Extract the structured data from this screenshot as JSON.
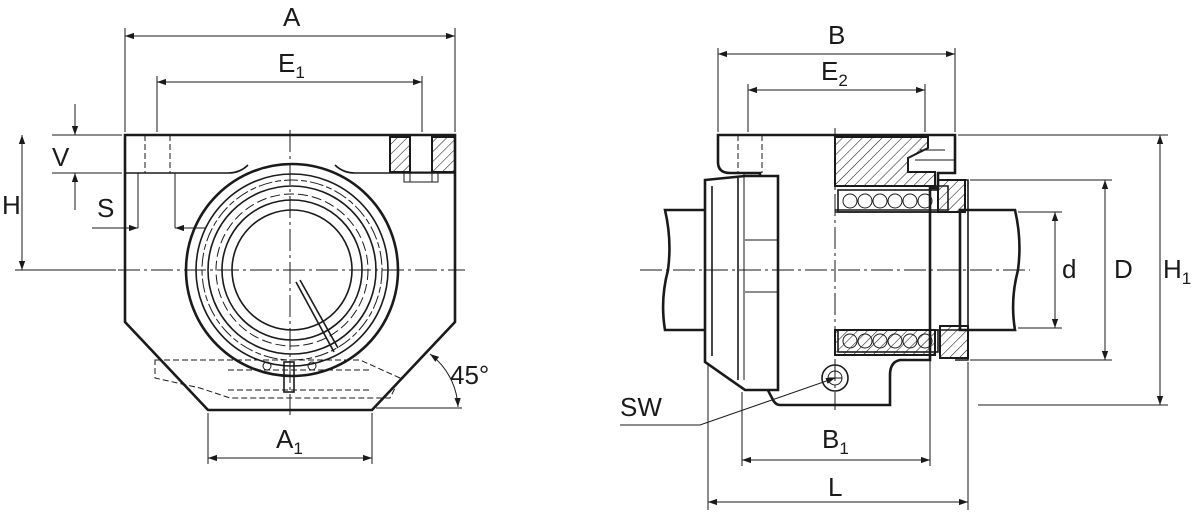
{
  "labels": {
    "A": "A",
    "E1": "E",
    "E1_sub": "1",
    "V": "V",
    "H": "H",
    "S": "S",
    "angle": "45°",
    "A1": "A",
    "A1_sub": "1",
    "B": "B",
    "E2": "E",
    "E2_sub": "2",
    "d": "d",
    "D": "D",
    "H1": "H",
    "H1_sub": "1",
    "SW": "SW",
    "B1": "B",
    "B1_sub": "1",
    "L": "L"
  },
  "colors": {
    "ink": "#1a1a1a",
    "background": "#ffffff"
  }
}
